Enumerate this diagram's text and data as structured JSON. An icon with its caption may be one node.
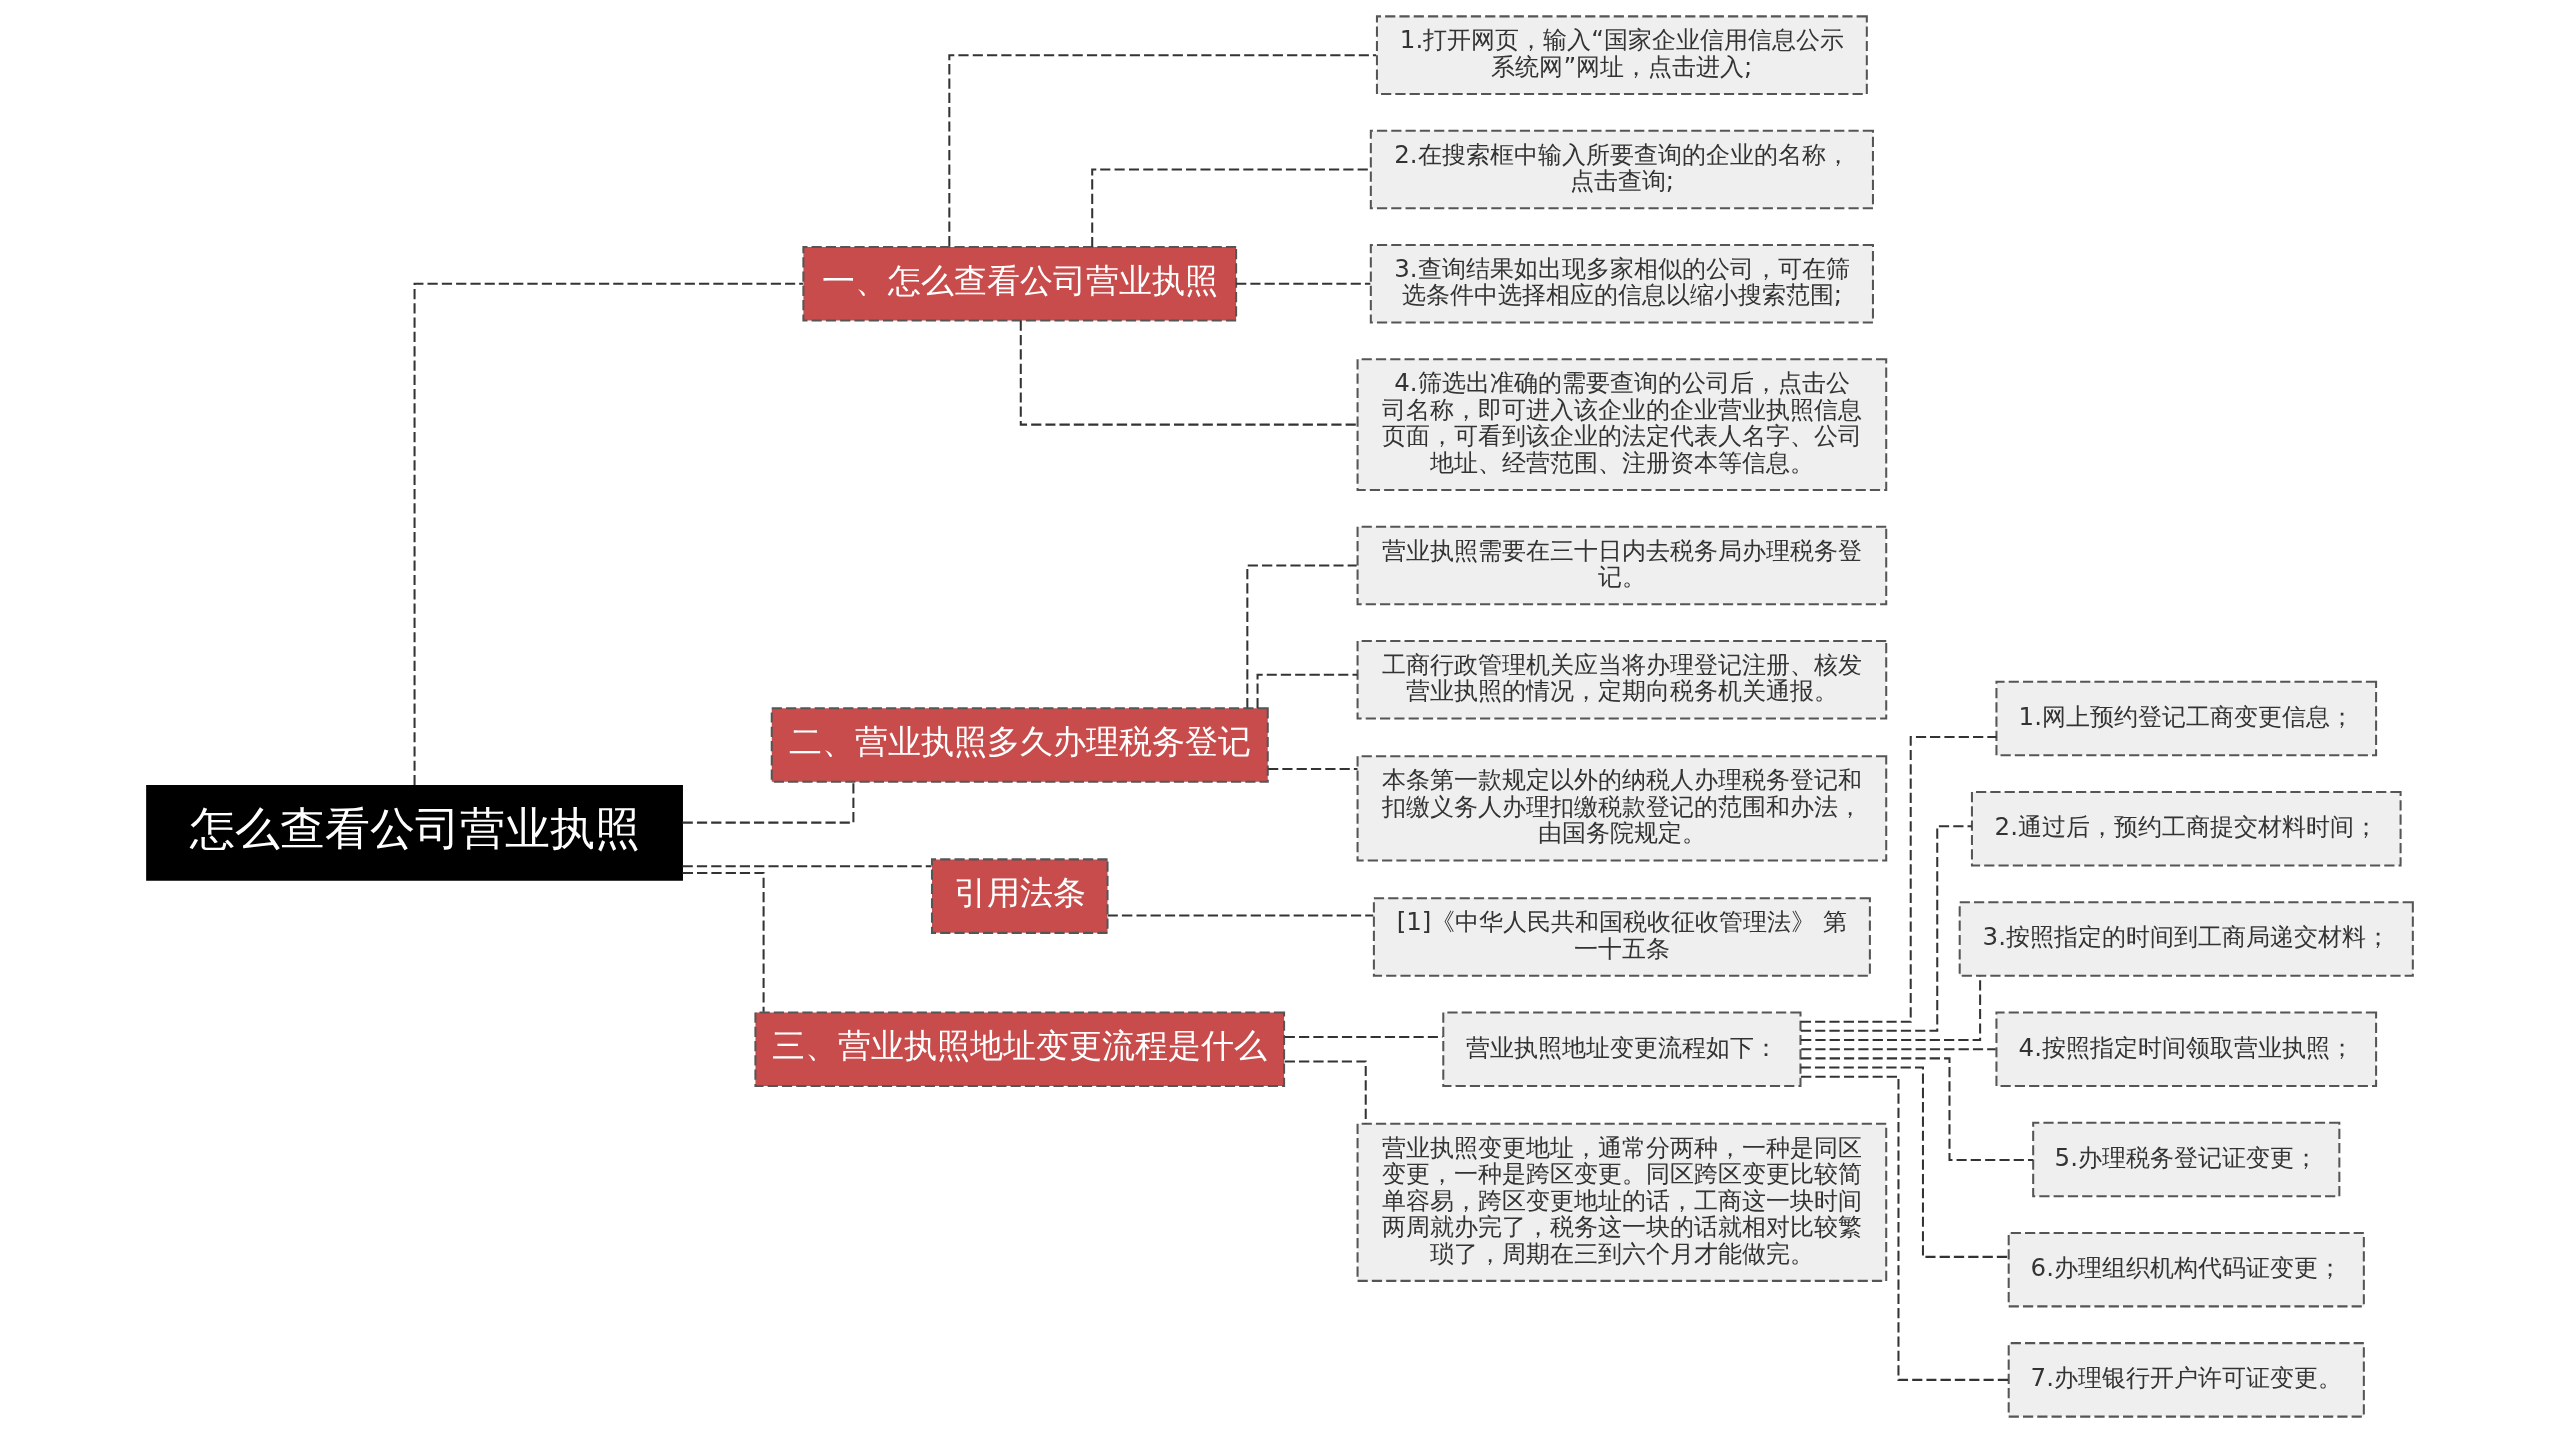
{
  "diagram": {
    "nodes": [
      {
        "text": [
          "怎么查看公司营业执照"
        ]
      },
      {
        "text": [
          "一、怎么查看公司营业执照"
        ]
      },
      {
        "text": [
          "1.打开网页，输入“国家企业信用信息公示系统网”网址，点击进入;"
        ]
      },
      {
        "text": [
          "2.在搜索框中输入所要查询的企业的名称，点击查询;"
        ]
      },
      {
        "text": [
          "3.查询结果如出现多家相似的公司，可在筛选条件中选择相应的信息以缩小搜索范围;"
        ]
      },
      {
        "text": [
          "4.筛选出准确的需要查询的公司后，点击公司名称，即可进入该企业的企业营业执照信息页面，可看到该企业的法定代表人名字、公司地址、经营范围、注册资本等信息。"
        ]
      },
      {
        "text": [
          "二、营业执照多久办理税务登记"
        ]
      },
      {
        "text": [
          "营业执照需要在三十日内去税务局办理税务登记。"
        ]
      },
      {
        "text": [
          "工商行政管理机关应当将办理登记注册、核发营业执照的情况，定期向税务机关通报。"
        ]
      },
      {
        "text": [
          "本条第一款规定以外的纳税人办理税务登记和扣缴义务人办理扣缴税款登记的范围和办法，由国务院规定。"
        ]
      },
      {
        "text": [
          "引用法条"
        ]
      },
      {
        "text": [
          "[1]《中华人民共和国税收征收管理法》 第一十五条"
        ]
      },
      {
        "text": [
          "三、营业执照地址变更流程是什么"
        ]
      },
      {
        "text": [
          "营业执照地址变更流程如下："
        ]
      },
      {
        "text": [
          "1.网上预约登记工商变更信息；"
        ]
      },
      {
        "text": [
          "2.通过后，预约工商提交材料时间；"
        ]
      },
      {
        "text": [
          "3.按照指定的时间到工商局递交材料；"
        ]
      },
      {
        "text": [
          "4.按照指定时间领取营业执照；"
        ]
      },
      {
        "text": [
          "5.办理税务登记证变更；"
        ]
      },
      {
        "text": [
          "6.办理组织机构代码证变更；"
        ]
      },
      {
        "text": [
          "7.办理银行开户许可证变更。"
        ]
      },
      {
        "text": [
          "营业执照变更地址，通常分两种，一种是同区变更，一种是跨区变更。同区跨区变更比较简单容易，跨区变更地址的话，工商这一块时间两周就办完了，税务这一块的话就相对比较繁琐了，周期在三到六个月才能做完。"
        ]
      }
    ],
    "edges": [
      {
        "from": 0,
        "to": 1,
        "arrow": "none"
      },
      {
        "from": 1,
        "to": 2,
        "arrow": "none"
      },
      {
        "from": 1,
        "to": 3,
        "arrow": "none"
      },
      {
        "from": 1,
        "to": 4,
        "arrow": "none"
      },
      {
        "from": 1,
        "to": 5,
        "arrow": "none"
      },
      {
        "from": 0,
        "to": 6,
        "arrow": "none"
      },
      {
        "from": 6,
        "to": 7,
        "arrow": "none"
      },
      {
        "from": 6,
        "to": 8,
        "arrow": "none"
      },
      {
        "from": 6,
        "to": 9,
        "arrow": "none"
      },
      {
        "from": 0,
        "to": 10,
        "arrow": "none"
      },
      {
        "from": 10,
        "to": 11,
        "arrow": "none"
      },
      {
        "from": 0,
        "to": 12,
        "arrow": "none"
      },
      {
        "from": 12,
        "to": 13,
        "arrow": "none"
      },
      {
        "from": 13,
        "to": 14,
        "arrow": "none"
      },
      {
        "from": 13,
        "to": 15,
        "arrow": "none"
      },
      {
        "from": 13,
        "to": 16,
        "arrow": "none"
      },
      {
        "from": 13,
        "to": 17,
        "arrow": "none"
      },
      {
        "from": 13,
        "to": 18,
        "arrow": "none"
      },
      {
        "from": 13,
        "to": 19,
        "arrow": "none"
      },
      {
        "from": 13,
        "to": 20,
        "arrow": "none"
      },
      {
        "from": 12,
        "to": 21,
        "arrow": "none"
      }
    ]
  }
}
